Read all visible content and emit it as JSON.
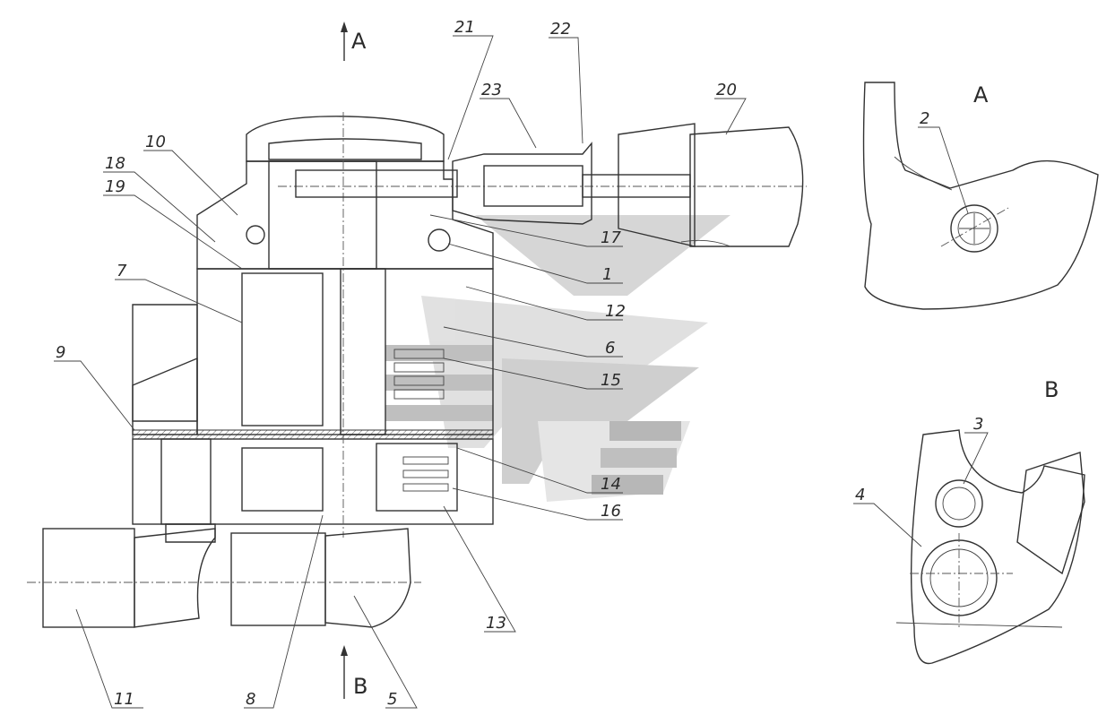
{
  "views": {
    "main_section_arrow_a": "A",
    "main_section_arrow_b": "B",
    "detail_a_title": "A",
    "detail_b_title": "B"
  },
  "callouts": [
    "21",
    "22",
    "23",
    "20",
    "10",
    "18",
    "19",
    "7",
    "9",
    "17",
    "1",
    "12",
    "6",
    "15",
    "14",
    "16",
    "13",
    "11",
    "8",
    "5",
    "2",
    "3",
    "4"
  ],
  "watermark": {
    "colors": [
      "#b5b5b5",
      "#8c8c8c",
      "#d6d6d6"
    ]
  }
}
